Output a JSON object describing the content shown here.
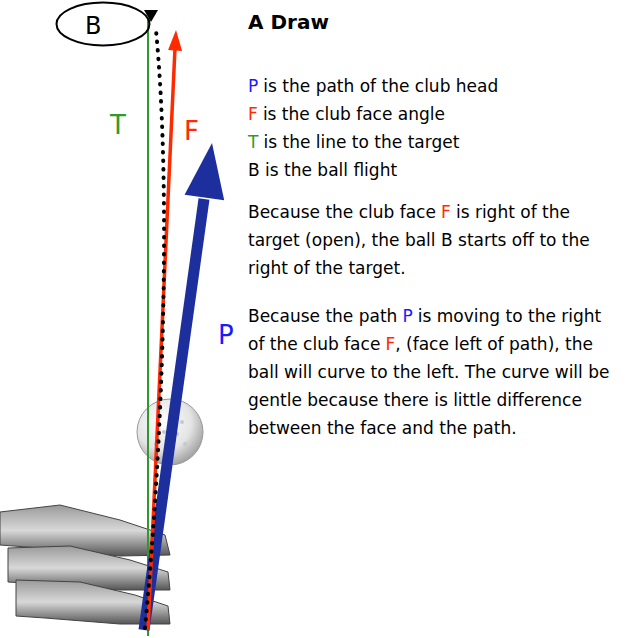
{
  "diagram": {
    "title": "A Draw",
    "nodes": [
      {
        "text": [
          "B"
        ]
      }
    ],
    "labels": [
      "T",
      "F",
      "P",
      "P",
      "is the path of the club head",
      "F",
      "is the club face angle",
      "T",
      "is the line to the target",
      "B is the ball flight",
      "Because the club face",
      "F",
      "is right of the target (open), the ball B starts off to the right of the target.",
      "Because the path",
      "P",
      "is moving to the right of the club face",
      "F",
      ", (face left of path), the ball will curve to the left. The curve will be gentle because there is little difference between the face and the path."
    ]
  }
}
